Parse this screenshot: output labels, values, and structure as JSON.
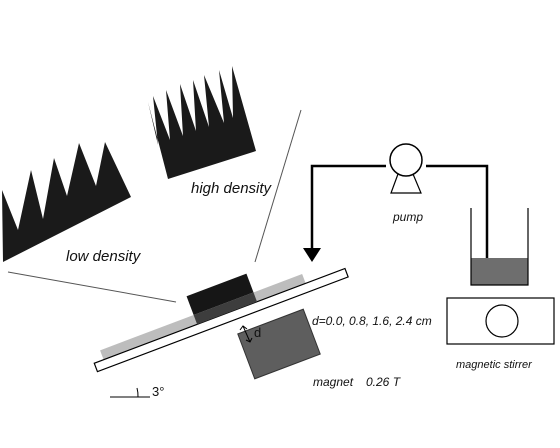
{
  "labels": {
    "low_density": "low density",
    "high_density": "high density",
    "pump": "pump",
    "magnetic_stirrer": "magnetic stirrer",
    "distances": "d=0.0, 0.8, 1.6, 2.4 cm",
    "d": "d",
    "magnet": "magnet",
    "field": "0.26 T",
    "angle": "3°"
  },
  "colors": {
    "spikes": "#1a1a1a",
    "magnet": "#5e5e5e",
    "liquid": "#6e6e6e",
    "film": "#bdbdbd",
    "sample": "#161616",
    "line": "#000000"
  }
}
